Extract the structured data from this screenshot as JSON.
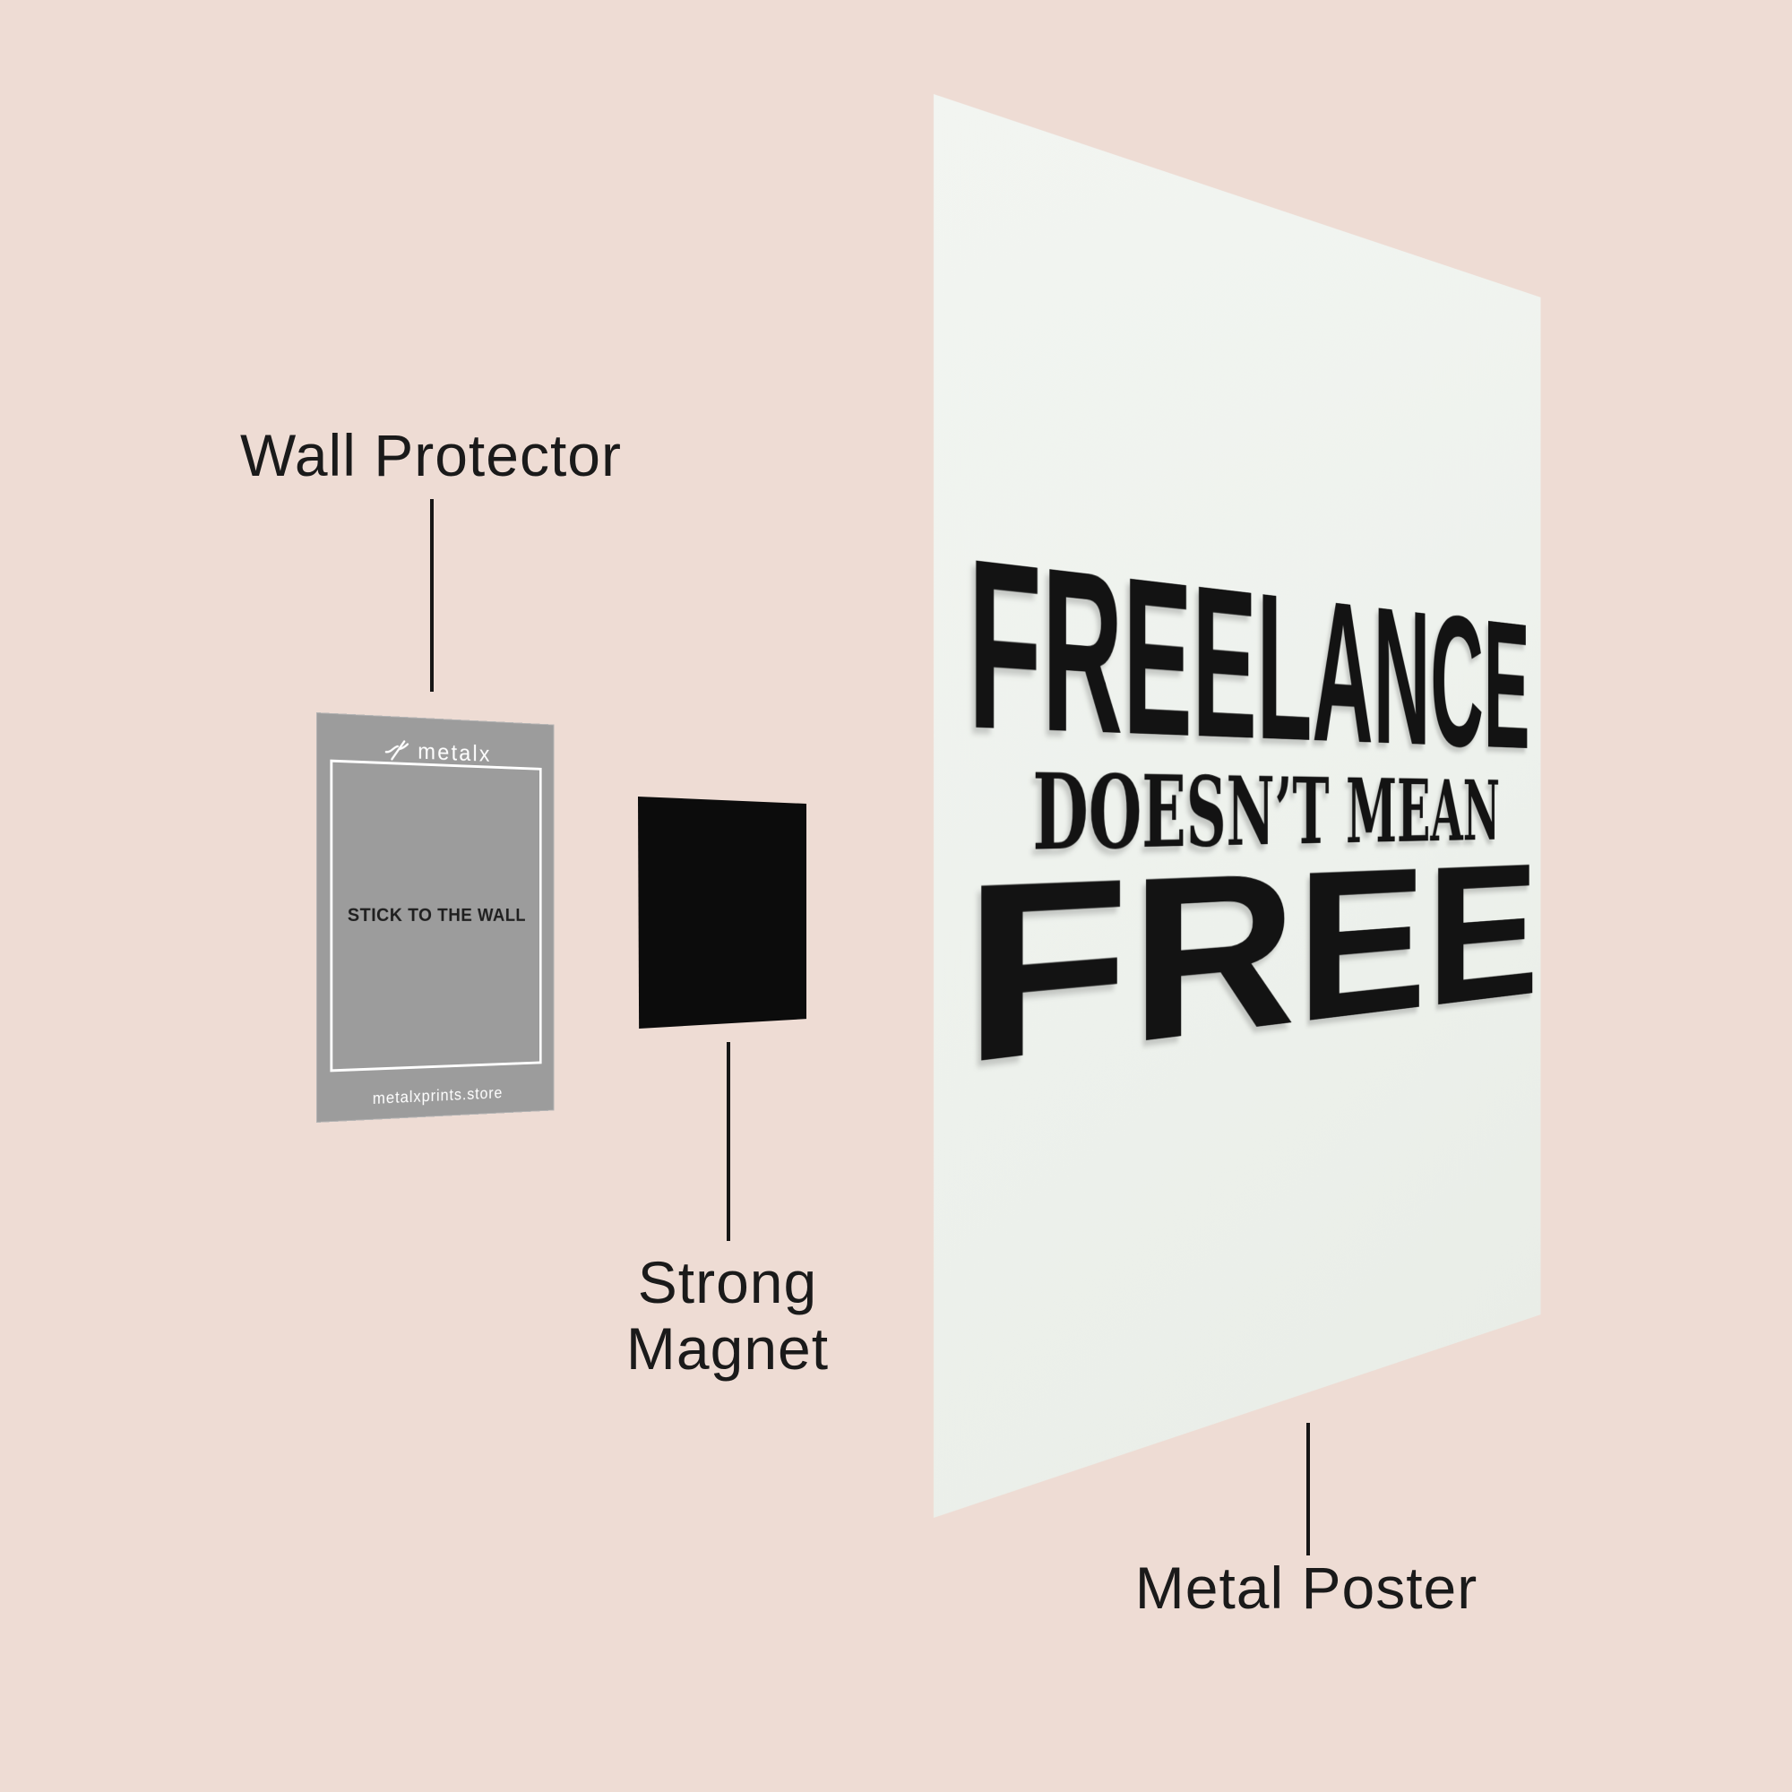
{
  "scene": {
    "background_color": "#eedcd4",
    "label_text_color": "#1a1a1a"
  },
  "wall_protector": {
    "label": "Wall Protector",
    "card": {
      "brand": "metalx",
      "brand_icon": "metalx-logo-icon",
      "center_text": "STICK TO THE WALL",
      "footer_text": "metalxprints.store",
      "color": "#9c9c9c",
      "border_color": "#ffffff",
      "center_text_color": "#1f1f1f"
    }
  },
  "strong_magnet": {
    "label_line1": "Strong",
    "label_line2": "Magnet",
    "color": "#0c0c0c"
  },
  "metal_poster": {
    "label": "Metal Poster",
    "panel_color": "#eff2ee",
    "text_color": "#131313",
    "line1": "FREELANCE",
    "line2": "DOESN’T MEAN",
    "line3": "FREE"
  }
}
